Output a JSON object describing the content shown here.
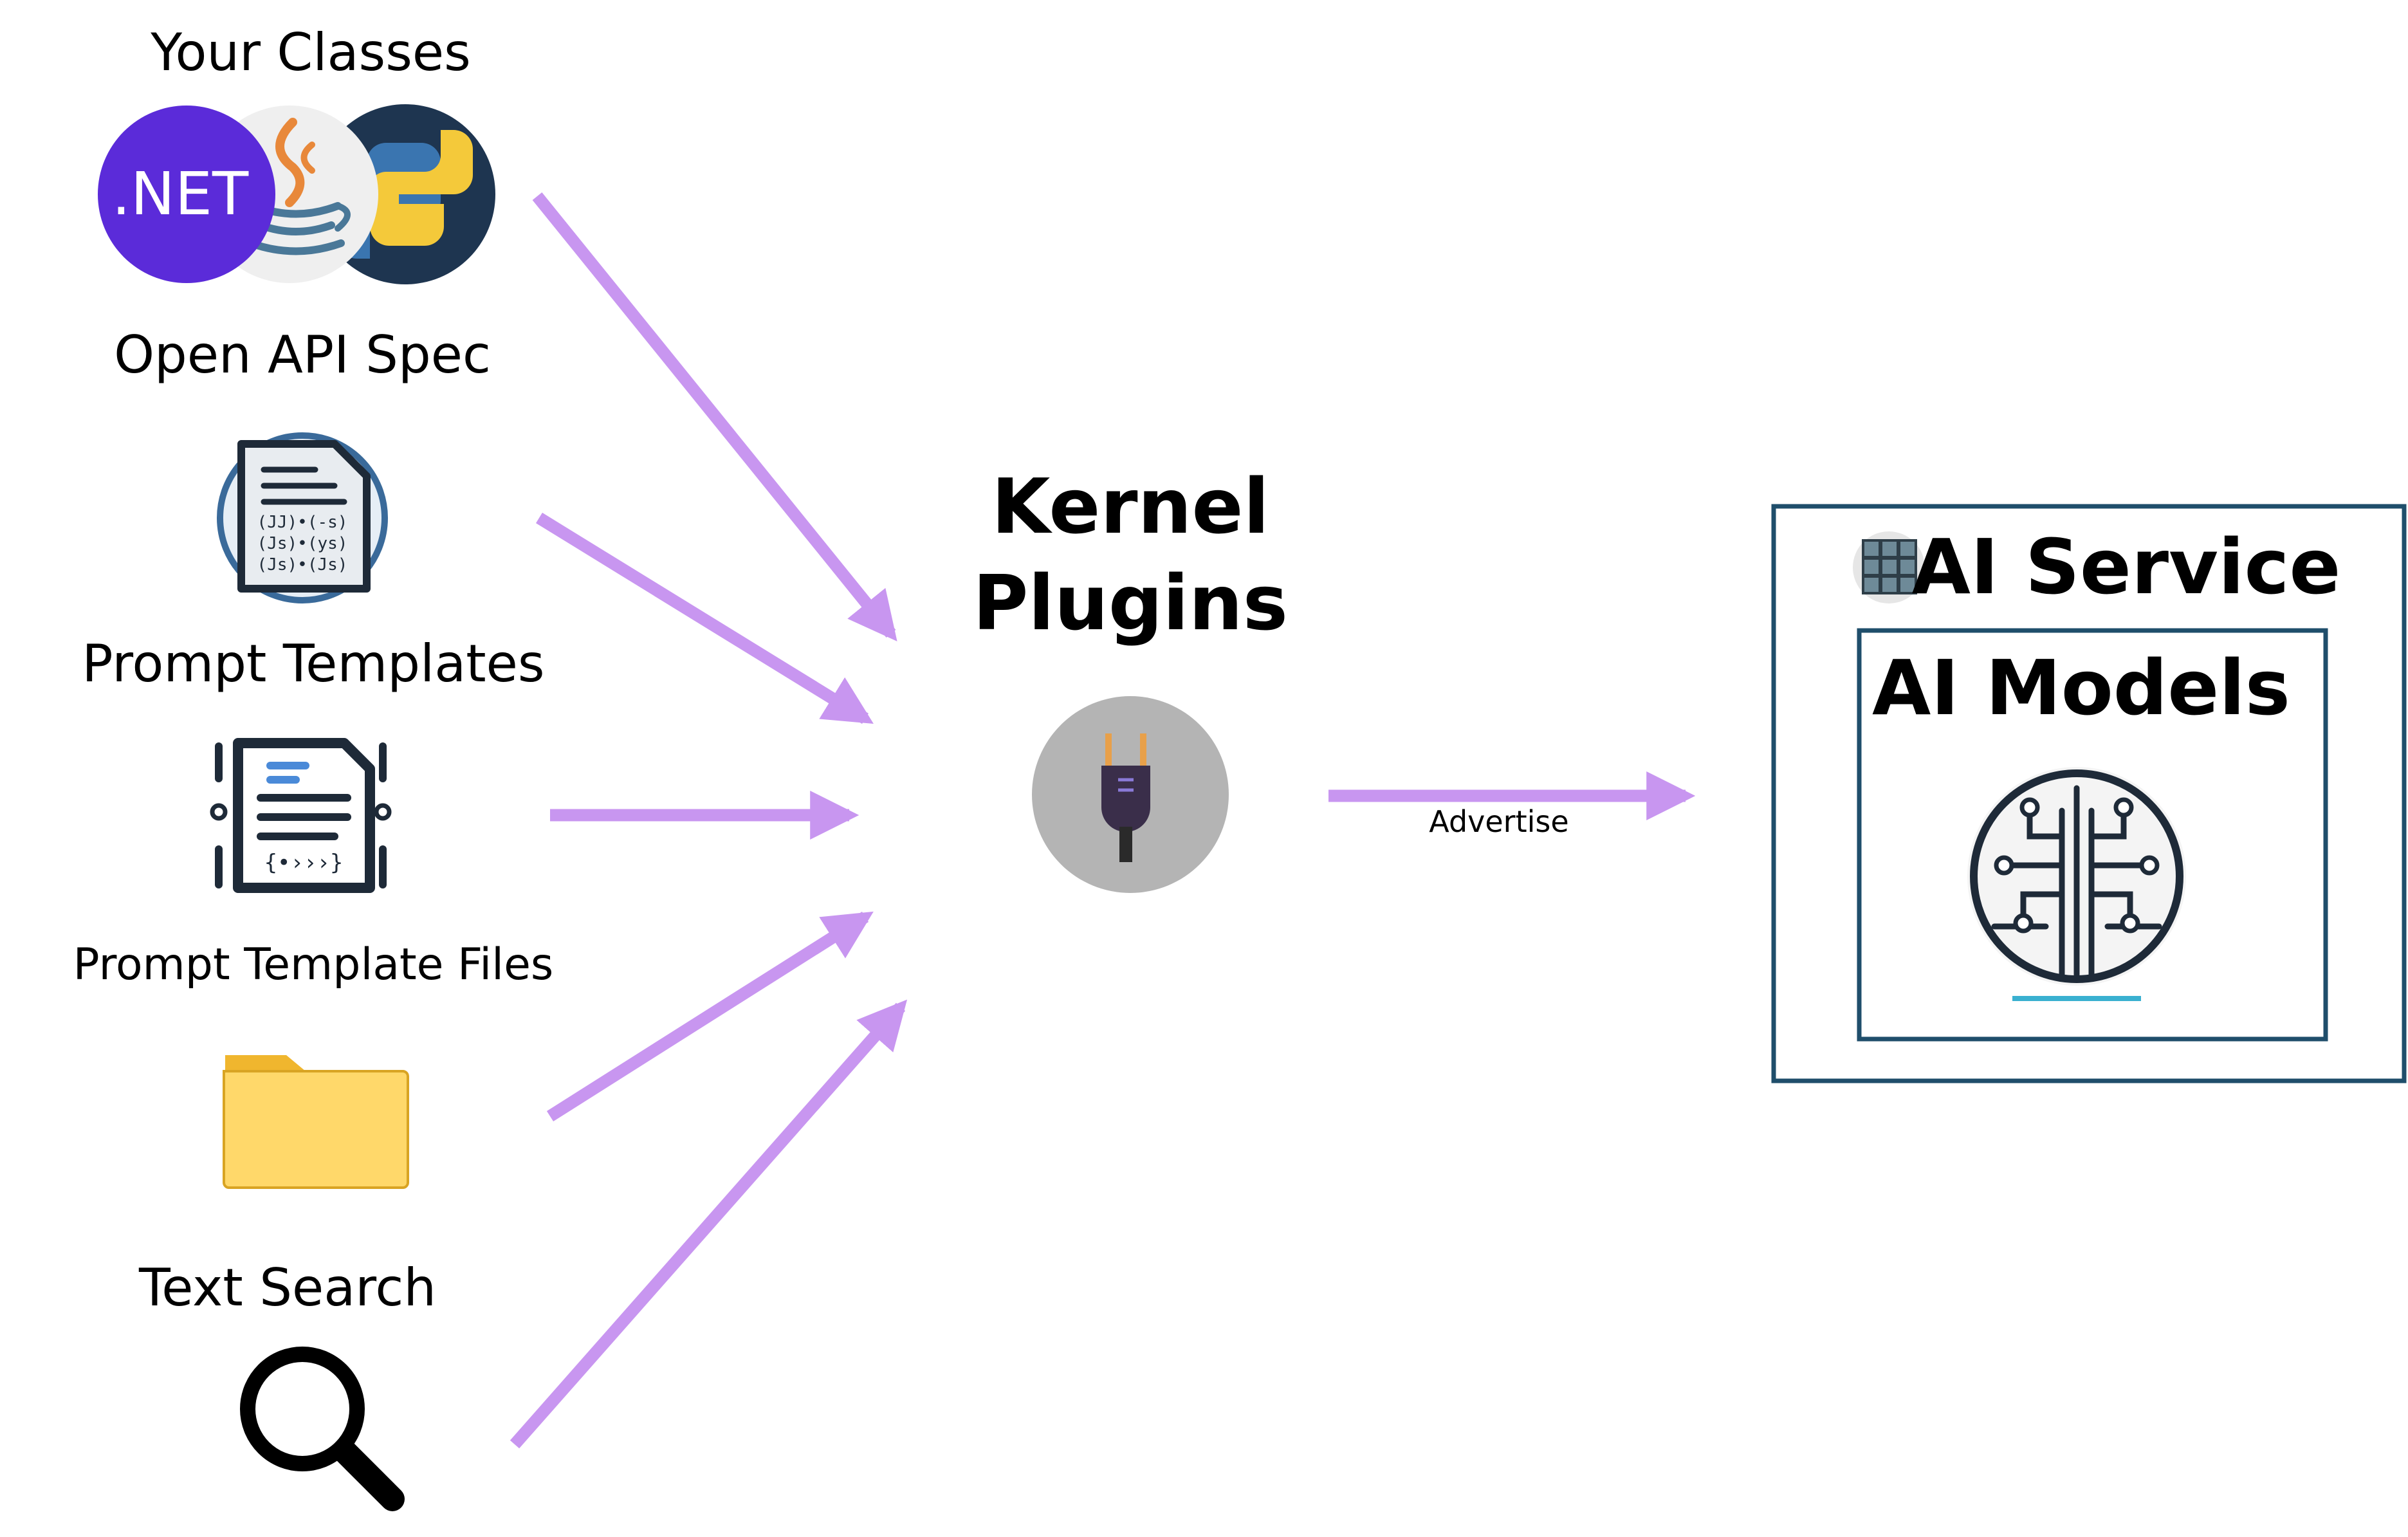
{
  "sources": [
    {
      "label": "Your Classes",
      "logos": [
        ".NET",
        "Java",
        "Python"
      ]
    },
    {
      "label": "Open API Spec",
      "icon": "openapi-document-icon"
    },
    {
      "label": "Prompt Templates",
      "icon": "prompt-template-icon"
    },
    {
      "label": "Prompt Template Files",
      "icon": "folder-icon"
    },
    {
      "label": "Text Search",
      "icon": "magnifier-icon"
    }
  ],
  "kernel": {
    "title_line1": "Kernel",
    "title_line2": "Plugins",
    "icon": "plug-icon"
  },
  "edge": {
    "label": "Advertise"
  },
  "service": {
    "title": "AI Service",
    "icon": "cube-cluster-icon"
  },
  "models": {
    "title": "AI Models",
    "icon": "brain-circuit-icon"
  },
  "colors": {
    "arrow": "#c896f0",
    "box_border": "#1f4e6b",
    "dotnet": "#5b2bd9",
    "plug_bg": "#b4b4b4"
  }
}
